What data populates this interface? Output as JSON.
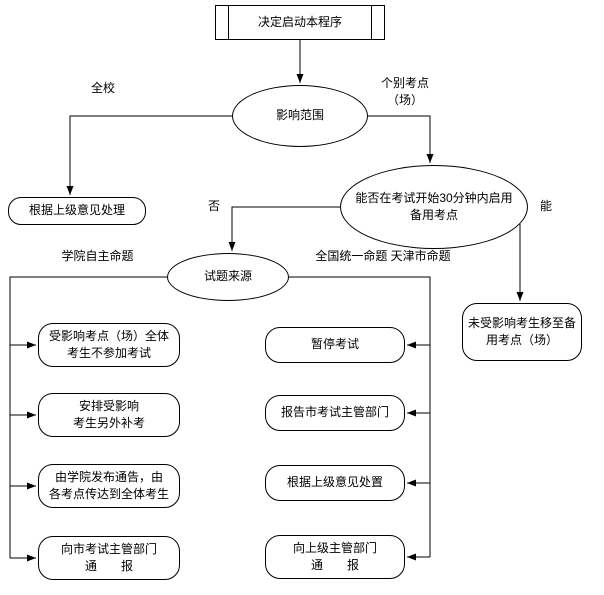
{
  "nodes": {
    "start": {
      "label": "决定启动本程序"
    },
    "scope": {
      "label": "影响范围"
    },
    "handle_superior_opinion": {
      "label": "根据上级意见处理"
    },
    "backup_site_decision": {
      "label": "能否在考试开始30分钟内启用\n备用考点"
    },
    "question_source": {
      "label": "试题来源"
    },
    "move_unaffected": {
      "label": "未受影响考生移至备\n用考点（场）"
    },
    "left_branch": [
      {
        "label": "受影响考点（场）全体\n考生不参加考试"
      },
      {
        "label": "安排受影响\n考生另外补考"
      },
      {
        "label": "由学院发布通告，由\n各考点传达到全体考生"
      },
      {
        "label": "向市考试主管部门\n通　　报"
      }
    ],
    "right_branch": [
      {
        "label": "暂停考试"
      },
      {
        "label": "报告市考试主管部门"
      },
      {
        "label": "根据上级意见处置"
      },
      {
        "label": "向上级主管部门\n通　　报"
      }
    ]
  },
  "edge_labels": {
    "whole_school": "全校",
    "individual_site": "个别考点\n（场）",
    "no": "否",
    "yes": "能",
    "college_proposed": "学院自主命题",
    "national_tianjin": "全国统一命题 天津市命题"
  },
  "colors": {
    "line": "#000000",
    "background": "#ffffff"
  }
}
